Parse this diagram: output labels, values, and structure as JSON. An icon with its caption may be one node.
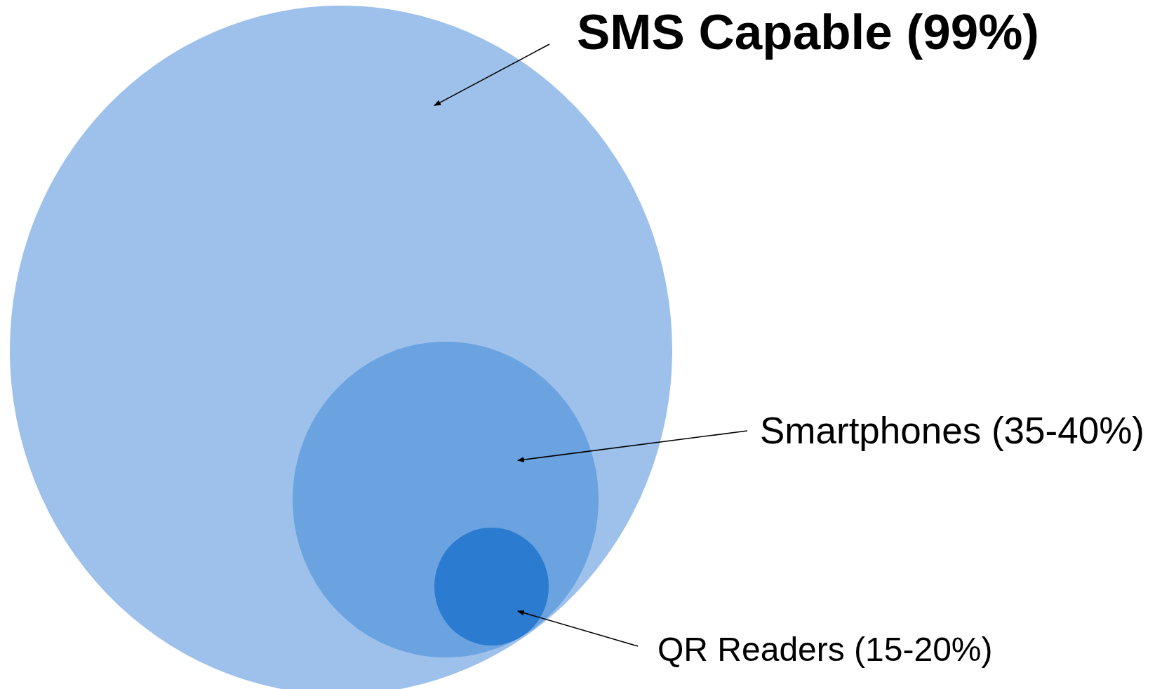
{
  "diagram": {
    "nodes": [
      {
        "text": [],
        "shape": "circle"
      },
      {
        "text": [],
        "shape": "circle",
        "in": 0
      },
      {
        "text": [],
        "shape": "circle",
        "in": 1
      },
      {
        "text": [
          "SMS Capable (99%)"
        ]
      },
      {
        "text": [
          "Smartphones (35-40%)"
        ]
      },
      {
        "text": [
          "QR Readers (15-20%)"
        ]
      }
    ],
    "edges": [
      {
        "from": 3,
        "to": 0,
        "arrow": "to"
      },
      {
        "from": 4,
        "to": 1,
        "arrow": "to"
      },
      {
        "from": 5,
        "to": 2,
        "arrow": "to"
      }
    ]
  }
}
